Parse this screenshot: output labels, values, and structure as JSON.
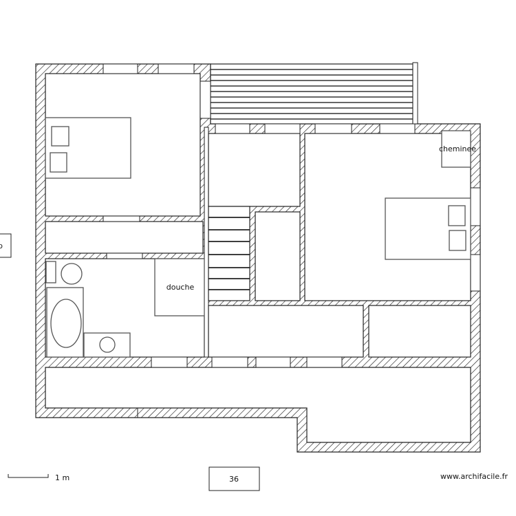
{
  "plan": {
    "labels": {
      "fireplace": "cheminee",
      "shower": "douche"
    },
    "edge_box_label": "p",
    "level_number": "36",
    "scale": {
      "label": "1 m"
    },
    "watermark": "www.archifacile.fr"
  },
  "colors": {
    "wall_line": "#222222",
    "hatch": "#222222",
    "background": "#ffffff"
  }
}
